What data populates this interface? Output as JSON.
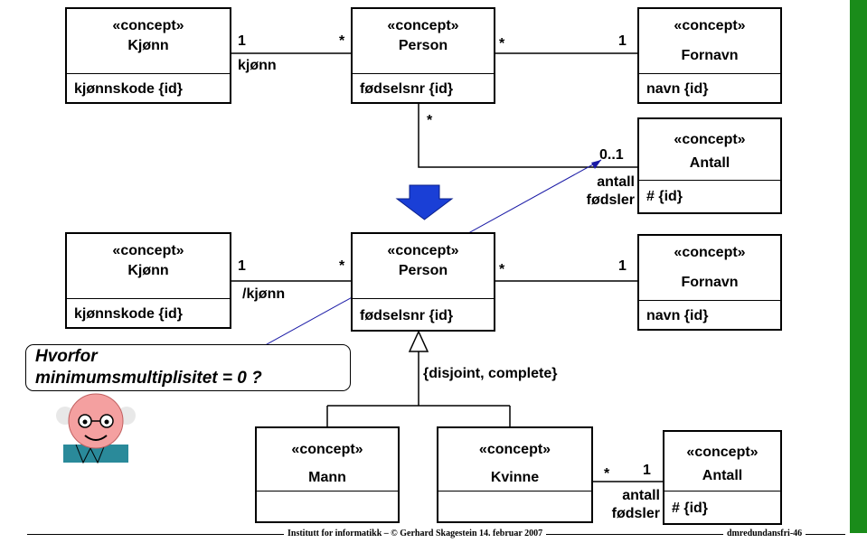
{
  "top_diagram": {
    "kjonn": {
      "stereotype": "«concept»",
      "name": "Kjønn",
      "attribute": "kjønnskode {id}"
    },
    "person": {
      "stereotype": "«concept»",
      "name": "Person",
      "attribute": "fødselsnr {id}"
    },
    "fornavn": {
      "stereotype": "«concept»",
      "name": "Fornavn",
      "attribute": "navn {id}"
    },
    "antall": {
      "stereotype": "«concept»",
      "name": "Antall",
      "attribute": "# {id}"
    },
    "kjonn_person": {
      "mult_left": "1",
      "mult_right": "*",
      "role": "kjønn"
    },
    "person_fornavn": {
      "mult_left": "*",
      "mult_right": "1"
    },
    "person_antall": {
      "mult_person": "*",
      "mult_antall": "0..1",
      "role_line1": "antall",
      "role_line2": "fødsler"
    }
  },
  "bottom_diagram": {
    "kjonn": {
      "stereotype": "«concept»",
      "name": "Kjønn",
      "attribute": "kjønnskode {id}"
    },
    "person": {
      "stereotype": "«concept»",
      "name": "Person",
      "attribute": "fødselsnr {id}"
    },
    "fornavn": {
      "stereotype": "«concept»",
      "name": "Fornavn",
      "attribute": "navn {id}"
    },
    "mann": {
      "stereotype": "«concept»",
      "name": "Mann"
    },
    "kvinne": {
      "stereotype": "«concept»",
      "name": "Kvinne"
    },
    "antall": {
      "stereotype": "«concept»",
      "name": "Antall",
      "attribute": "# {id}"
    },
    "kjonn_person": {
      "mult_left": "1",
      "mult_right": "*",
      "role": "/kjønn"
    },
    "person_fornavn": {
      "mult_left": "*",
      "mult_right": "1"
    },
    "generalization": {
      "constraint": "{disjoint, complete}"
    },
    "kvinne_antall": {
      "mult_kvinne": "*",
      "mult_antall": "1",
      "role_line1": "antall",
      "role_line2": "fødsler"
    }
  },
  "callout": {
    "line1": "Hvorfor",
    "line2": "minimumsmultiplisitet = 0 ?"
  },
  "colors": {
    "arrow_fill": "#1a3fd6",
    "pointer_line": "#1a1aa6",
    "sidebar": "#1a8c1a",
    "face": "#f4a0a0"
  },
  "icons": {
    "transform_arrow": "down-arrow-icon",
    "professor": "professor-icon"
  },
  "footer": {
    "center": "Institutt for informatikk – © Gerhard Skagestein 14. februar 2007",
    "right": "dmredundansfri-46"
  }
}
